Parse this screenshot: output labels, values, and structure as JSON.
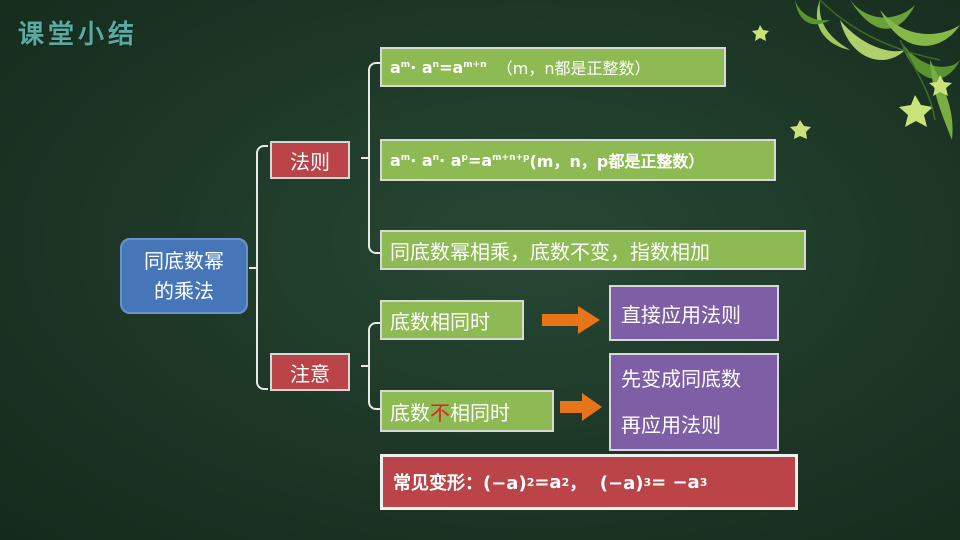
{
  "title": "课堂小结",
  "root": {
    "line1": "同底数幂",
    "line2": "的乘法"
  },
  "rule": {
    "label": "法则",
    "formula1": {
      "parts": [
        "a",
        "m",
        " · a",
        "n",
        "=a",
        "m+n",
        "  （m，n都是正整数）"
      ]
    },
    "formula2": {
      "parts": [
        "a",
        "m",
        " · a",
        "n",
        " · a",
        "p",
        "=a",
        "m+n+p",
        "(m，n，p都是正整数）"
      ]
    },
    "statement": "同底数幂相乘，底数不变，指数相加"
  },
  "note": {
    "label": "注意",
    "same": {
      "condition": "底数相同时",
      "action": "直接应用法则"
    },
    "diff": {
      "cond_before": "底数",
      "cond_highlight": "不",
      "cond_after": "相同时",
      "action_line1": "先变成同底数",
      "action_line2": "再应用法则"
    }
  },
  "common": {
    "prefix": "常见变形：(−a)",
    "e1": "2",
    "mid1": "=a",
    "e2": "2",
    "mid2": "，  (−a)",
    "e3": "3",
    "mid3": "= −a",
    "e4": "3"
  },
  "colors": {
    "green_box": "#8dba53",
    "red_box": "#bb4448",
    "purple_box": "#7e5fa5",
    "blue_box": "#4676b8",
    "arrow": "#e8741a",
    "title": "#5aa9a2",
    "highlight": "#e02020"
  },
  "icons": {
    "decoration": "leaves-decoration",
    "arrow": "right-arrow-icon"
  }
}
